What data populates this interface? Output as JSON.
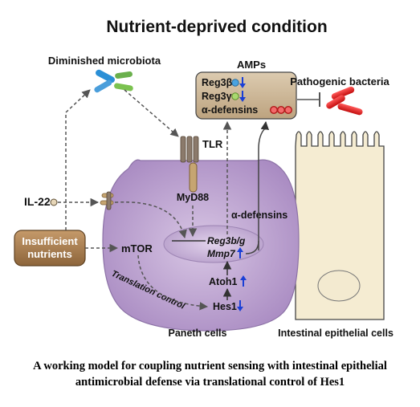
{
  "title": "Nutrient-deprived condition",
  "microbiota_label": "Diminished microbiota",
  "amps": {
    "title": "AMPs",
    "reg3b": "Reg3β",
    "reg3g": "Reg3γ",
    "defensins": "α-defensins"
  },
  "pathogenic_label": "Pathogenic bacteria",
  "tlr_label": "TLR",
  "myd88_label": "MyD88",
  "il22_label": "IL-22",
  "insufficient_label": [
    "Insufficient",
    "nutrients"
  ],
  "mtor_label": "mTOR",
  "translation_label": "Translation control",
  "reg3bg_label": "Reg3b/g",
  "mmp7_label": "Mmp7",
  "alpha_def_label": "α-defensins",
  "atoh1_label": "Atoh1",
  "hes1_label": "Hes1",
  "paneth_label": "Paneth cells",
  "epithelial_label": "Intestinal epithelial cells",
  "caption": [
    "A working model for coupling nutrient sensing with intestinal epithelial",
    "antimicrobial defense via translational control of Hes1"
  ],
  "colors": {
    "up_arrow": "#1a3fd6",
    "down_arrow": "#1a3fd6",
    "pathogen": "#e01b1b",
    "amp_box": "#c9b394",
    "paneth_cell": "#b79ccc",
    "nutrient_box": "#a87f52"
  }
}
